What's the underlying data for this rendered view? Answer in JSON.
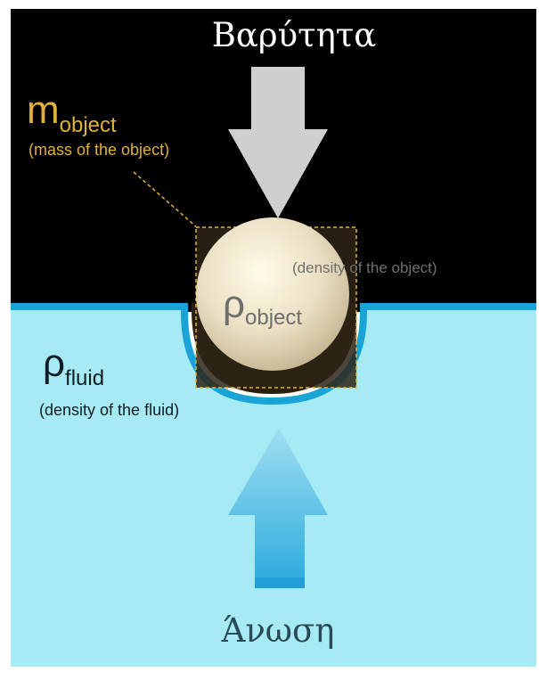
{
  "forces": {
    "gravity_label": "Βαρύτητα",
    "buoyancy_label": "Άνωση"
  },
  "object": {
    "mass_symbol": "m",
    "mass_subscript": "object",
    "mass_note": "(mass of the object)",
    "density_symbol": "ρ",
    "density_subscript": "object",
    "density_note": "(density of the object)"
  },
  "fluid": {
    "density_symbol": "ρ",
    "density_subscript": "fluid",
    "density_note": "(density of the fluid)"
  },
  "colors": {
    "air": "#000000",
    "fluid": "#a6ebf3",
    "surface_line": "#19a3d6",
    "mass_label": "#e0b13a",
    "gravity_arrow": "#cfcfcf",
    "buoyancy_arrow_top": "#8fd8ec",
    "buoyancy_arrow_bottom": "#28a9dd",
    "sphere_light": "#fffbe8",
    "sphere_dark": "#bfae8a",
    "label_dark": "#0f1d24",
    "label_grey": "#6f6f6f"
  }
}
